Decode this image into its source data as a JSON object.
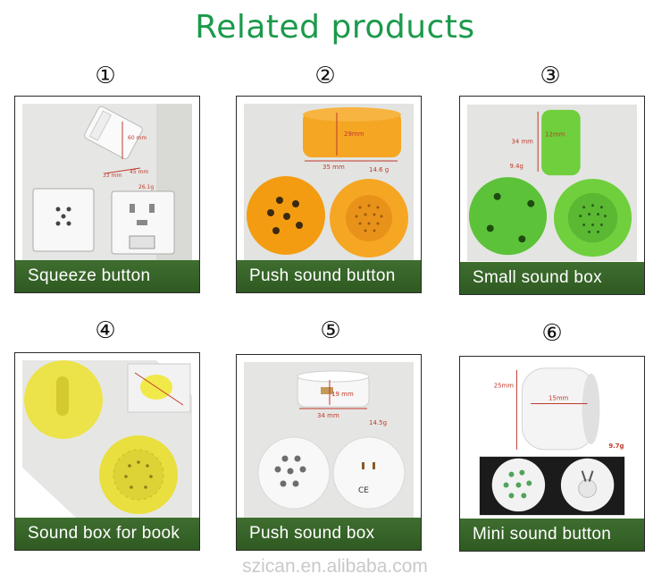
{
  "title": "Related products",
  "watermark": "szican.en.alibaba.com",
  "products": [
    {
      "num": "①",
      "label": "Squeeze button",
      "dims": [
        "60 mm",
        "33 mm",
        "45 mm",
        "26.1g"
      ]
    },
    {
      "num": "②",
      "label": "Push sound button",
      "dims": [
        "29mm",
        "35 mm",
        "14.6 g"
      ]
    },
    {
      "num": "③",
      "label": "Small sound box",
      "dims": [
        "34 mm",
        "12mm",
        "9.4g"
      ]
    },
    {
      "num": "④",
      "label": "Sound box for book",
      "dims": []
    },
    {
      "num": "⑤",
      "label": "Push sound box",
      "dims": [
        "19 mm",
        "34 mm",
        "14.5g"
      ]
    },
    {
      "num": "⑥",
      "label": "Mini sound button",
      "dims": [
        "25mm",
        "15mm",
        "9.7g"
      ]
    }
  ]
}
